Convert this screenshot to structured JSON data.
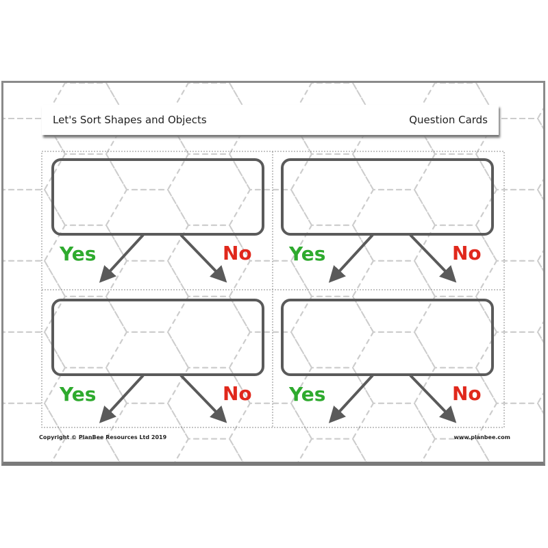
{
  "header": {
    "title": "Let's Sort Shapes and Objects",
    "subtitle": "Question Cards"
  },
  "cards": [
    {
      "yes": "Yes",
      "no": "No"
    },
    {
      "yes": "Yes",
      "no": "No"
    },
    {
      "yes": "Yes",
      "no": "No"
    },
    {
      "yes": "Yes",
      "no": "No"
    }
  ],
  "footer": {
    "copyright": "Copyright © PlanBee Resources Ltd 2019",
    "website": "www.planbee.com"
  },
  "colors": {
    "yes": "#2eaa2e",
    "no": "#e0281c",
    "box": "#5a5a5a",
    "pattern": "#cccccc"
  }
}
